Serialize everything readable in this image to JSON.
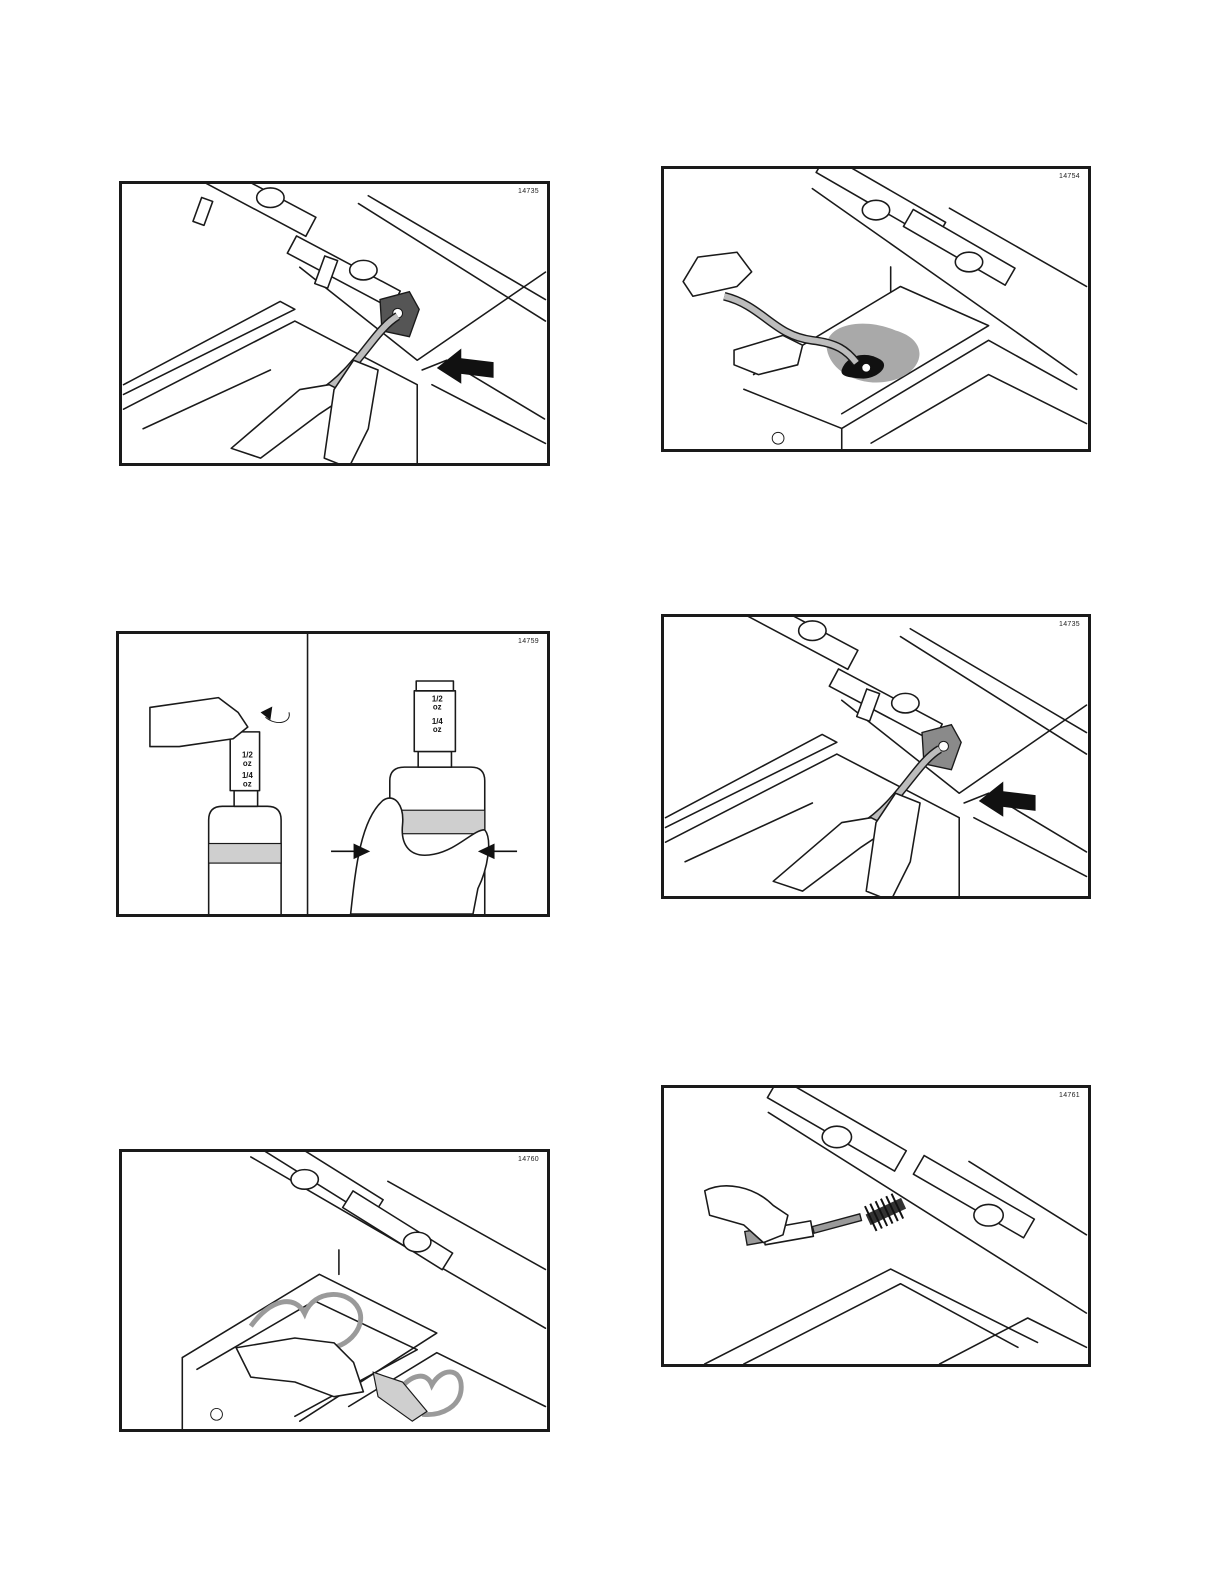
{
  "figures": [
    {
      "id": "p1",
      "figure_number": "14735"
    },
    {
      "id": "p2",
      "figure_number": "14754"
    },
    {
      "id": "p3",
      "figure_number": "14759",
      "bottle_markings": {
        "half": "1/2",
        "quarter": "1/4",
        "unit": "oz"
      }
    },
    {
      "id": "p4",
      "figure_number": "14735"
    },
    {
      "id": "p5",
      "figure_number": "14760"
    },
    {
      "id": "p6",
      "figure_number": "14761"
    }
  ],
  "icons": [
    "push-arrow-icon",
    "rotate-arrow-icon",
    "squeeze-arrow-icon"
  ]
}
